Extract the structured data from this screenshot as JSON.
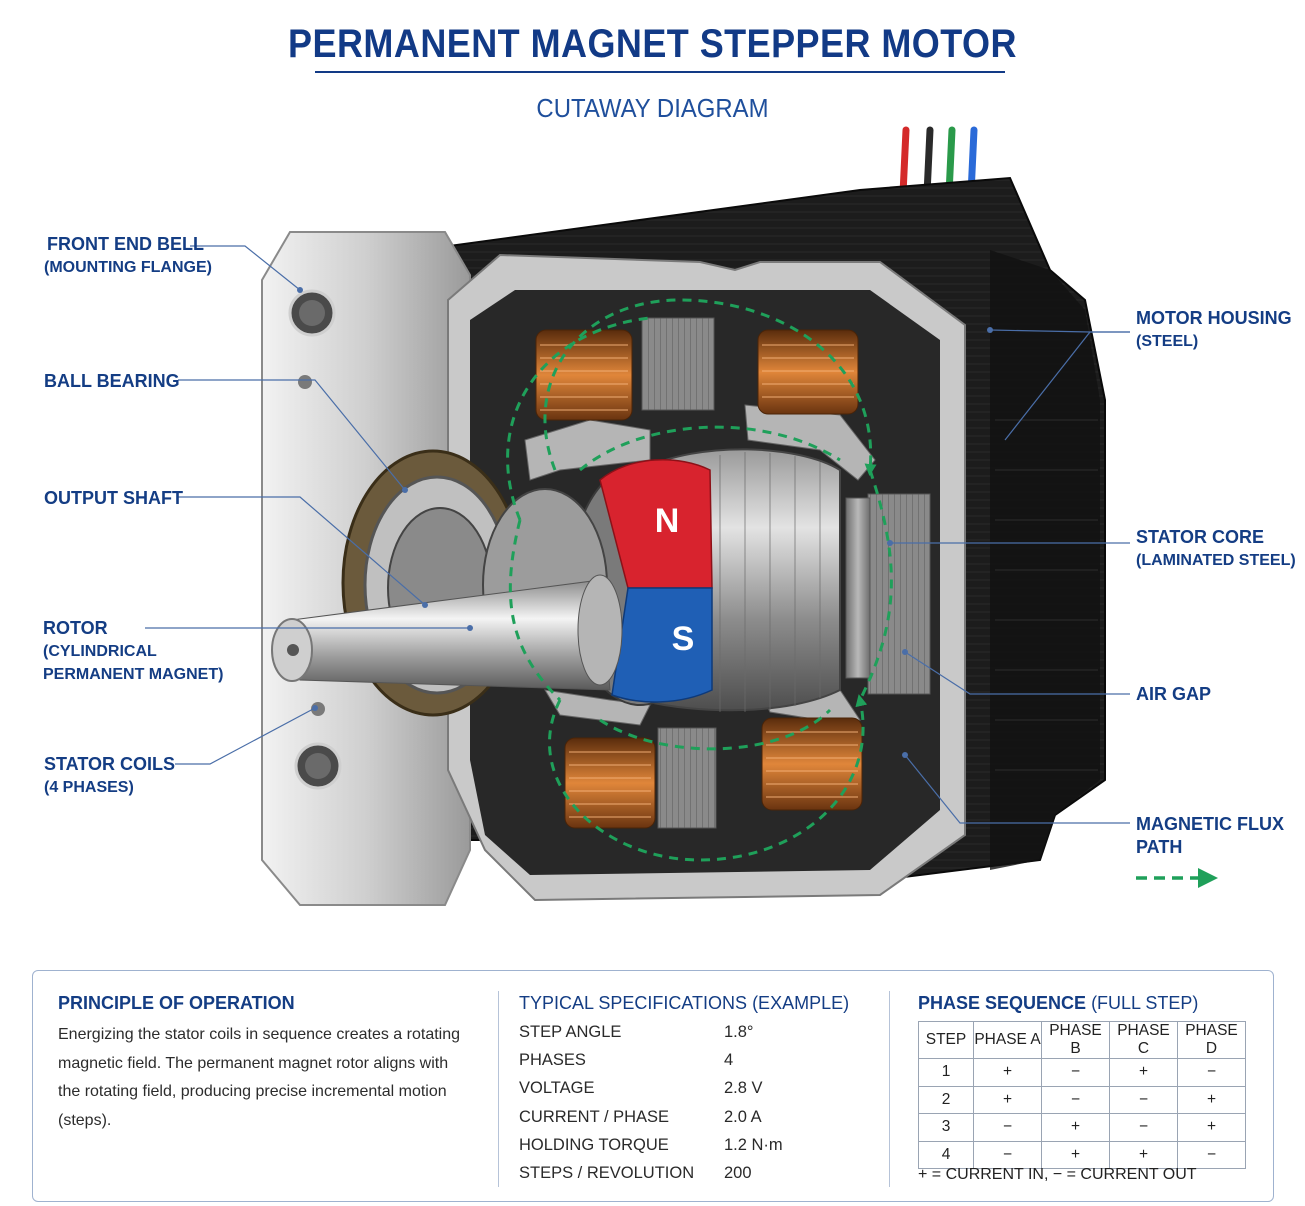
{
  "title": "PERMANENT MAGNET STEPPER MOTOR",
  "subtitle": "CUTAWAY DIAGRAM",
  "labels": {
    "front_end_bell": {
      "main": "FRONT END BELL",
      "sub": "(MOUNTING FLANGE)"
    },
    "ball_bearing": {
      "main": "BALL BEARING"
    },
    "output_shaft": {
      "main": "OUTPUT SHAFT"
    },
    "rotor": {
      "main": "ROTOR",
      "sub1": "(CYLINDRICAL",
      "sub2": "PERMANENT MAGNET)"
    },
    "stator_coils": {
      "main": "STATOR COILS",
      "sub": "(4 PHASES)"
    },
    "motor_housing": {
      "main": "MOTOR HOUSING",
      "sub": "(STEEL)"
    },
    "stator_core": {
      "main": "STATOR CORE",
      "sub": "(LAMINATED STEEL)"
    },
    "air_gap": {
      "main": "AIR GAP"
    },
    "magnetic_flux": {
      "main1": "MAGNETIC FLUX",
      "main2": "PATH"
    }
  },
  "magnet": {
    "north": "N",
    "south": "S"
  },
  "colors": {
    "title": "#123a86",
    "label": "#143d84",
    "north": "#d8232e",
    "south": "#1f5fb5",
    "flux": "#1fa05a",
    "housing": "#1a1a1a"
  },
  "wires": [
    "#d42a2a",
    "#2a2a2a",
    "#2a9a4a",
    "#2a6ad8"
  ],
  "principle": {
    "heading": "PRINCIPLE OF OPERATION",
    "text": "Energizing the stator coils in sequence creates a rotating magnetic field. The permanent magnet rotor aligns with the rotating field, producing precise incremental motion (steps)."
  },
  "specs": {
    "heading": "TYPICAL SPECIFICATIONS",
    "heading_note": "(EXAMPLE)",
    "rows": [
      {
        "k": "STEP ANGLE",
        "v": "1.8°"
      },
      {
        "k": "PHASES",
        "v": "4"
      },
      {
        "k": "VOLTAGE",
        "v": "2.8 V"
      },
      {
        "k": "CURRENT / PHASE",
        "v": "2.0 A"
      },
      {
        "k": "HOLDING TORQUE",
        "v": "1.2 N·m"
      },
      {
        "k": "STEPS / REVOLUTION",
        "v": "200"
      }
    ]
  },
  "phase_sequence": {
    "heading": "PHASE SEQUENCE",
    "heading_note": "(FULL STEP)",
    "columns": [
      "STEP",
      "PHASE A",
      "PHASE B",
      "PHASE C",
      "PHASE D"
    ],
    "rows": [
      [
        "1",
        "+",
        "−",
        "+",
        "−"
      ],
      [
        "2",
        "+",
        "−",
        "−",
        "+"
      ],
      [
        "3",
        "−",
        "+",
        "−",
        "+"
      ],
      [
        "4",
        "−",
        "+",
        "+",
        "−"
      ]
    ],
    "legend": "+ = CURRENT IN, − = CURRENT OUT"
  }
}
